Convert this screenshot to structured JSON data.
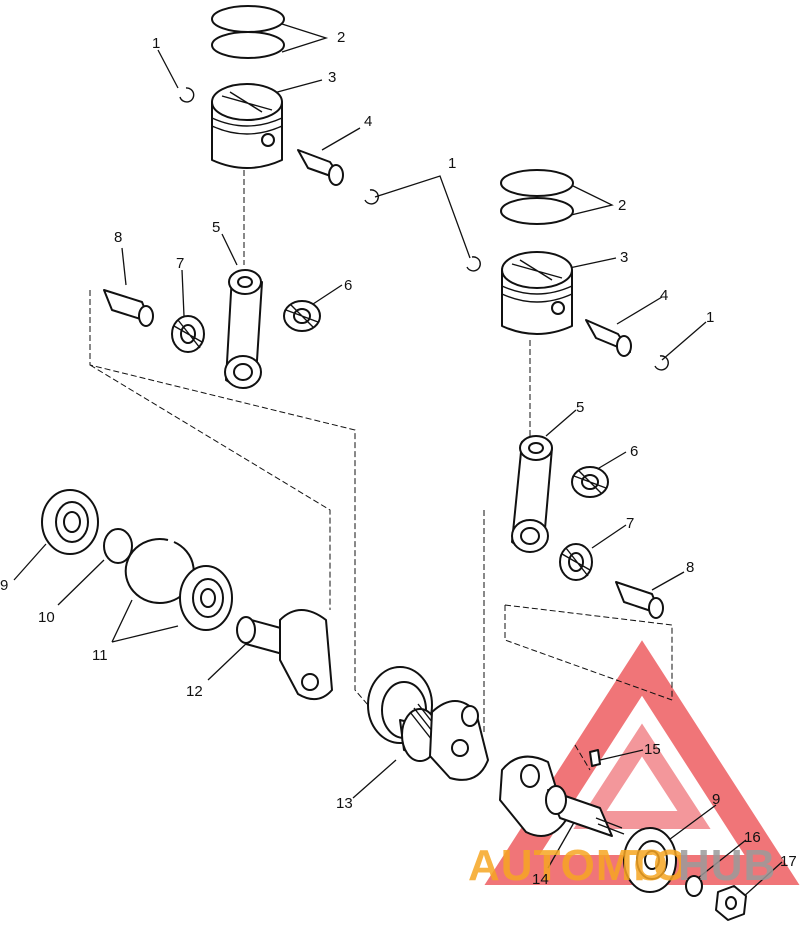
{
  "callouts": {
    "c1a": "1",
    "c2a": "2",
    "c3a": "3",
    "c4a": "4",
    "c1b": "1",
    "c2b": "2",
    "c3b": "3",
    "c4b": "4",
    "c1c": "1",
    "c8a": "8",
    "c7a": "7",
    "c5a": "5",
    "c6a": "6",
    "c5b": "5",
    "c6b": "6",
    "c7b": "7",
    "c8b": "8",
    "c9a": "9",
    "c10": "10",
    "c11": "11",
    "c12": "12",
    "c13": "13",
    "c14": "14",
    "c15": "15",
    "c9b": "9",
    "c16": "16",
    "c17": "17"
  },
  "watermark": {
    "text_left": "AUTOMO",
    "text_mid": "TO",
    "text_right": "HUB",
    "color_red": "#e8343a",
    "color_orange": "#f6a623",
    "color_gray": "#9b9b9b"
  }
}
